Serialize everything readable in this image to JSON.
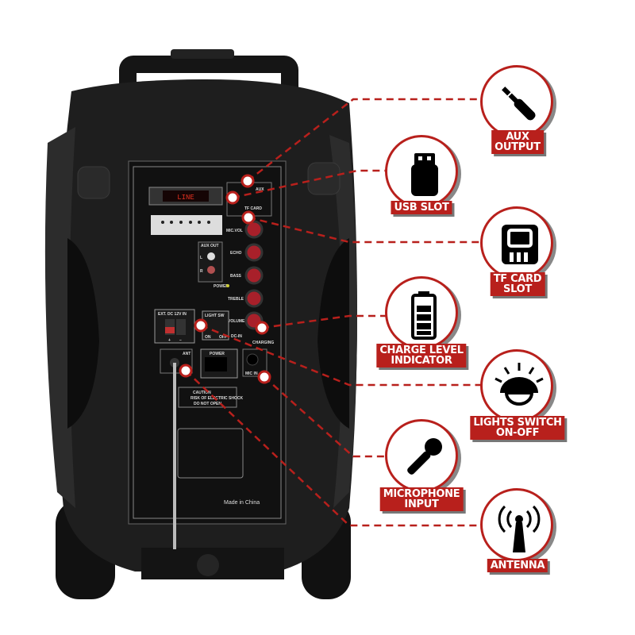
{
  "colors": {
    "accent": "#b8201c",
    "speaker_body": "#1c1c1c",
    "panel": "#111111",
    "knob": "#a8202a"
  },
  "panel": {
    "display": "LINE",
    "aux": "AUX",
    "tf_card": "TF CARD",
    "knobs": [
      "MIC.VOL",
      "ECHO",
      "BASS",
      "TREBLE",
      "VOLUME"
    ],
    "aux_out": "AUX OUT",
    "aux_l": "L",
    "aux_r": "R",
    "power_led": "POWER",
    "ext_dc": "EXT. DC 12V IN",
    "plus": "+",
    "minus": "−",
    "light_sw": "LIGHT SW",
    "on": "ON",
    "off": "OFF",
    "dc_in": "DC-IN",
    "charging": "CHARGING",
    "ant": "ANT",
    "power": "POWER",
    "mic_in": "MIC IN",
    "caution": "CAUTION",
    "caution_sub": "RISK OF ELECTRIC SHOCK",
    "do_not_open": "DO NOT OPEN",
    "made_in": "Made in China"
  },
  "callouts": [
    {
      "icon": "aux-jack-icon",
      "line1": "AUX",
      "line2": "OUTPUT"
    },
    {
      "icon": "usb-drive-icon",
      "line1": "USB SLOT",
      "line2": ""
    },
    {
      "icon": "sd-card-icon",
      "line1": "TF CARD",
      "line2": "SLOT"
    },
    {
      "icon": "battery-icon",
      "line1": "CHARGE LEVEL",
      "line2": "INDICATOR"
    },
    {
      "icon": "light-icon",
      "line1": "LIGHTS SWITCH",
      "line2": "ON-OFF"
    },
    {
      "icon": "microphone-icon",
      "line1": "MICROPHONE",
      "line2": "INPUT"
    },
    {
      "icon": "antenna-icon",
      "line1": "ANTENNA",
      "line2": ""
    }
  ]
}
